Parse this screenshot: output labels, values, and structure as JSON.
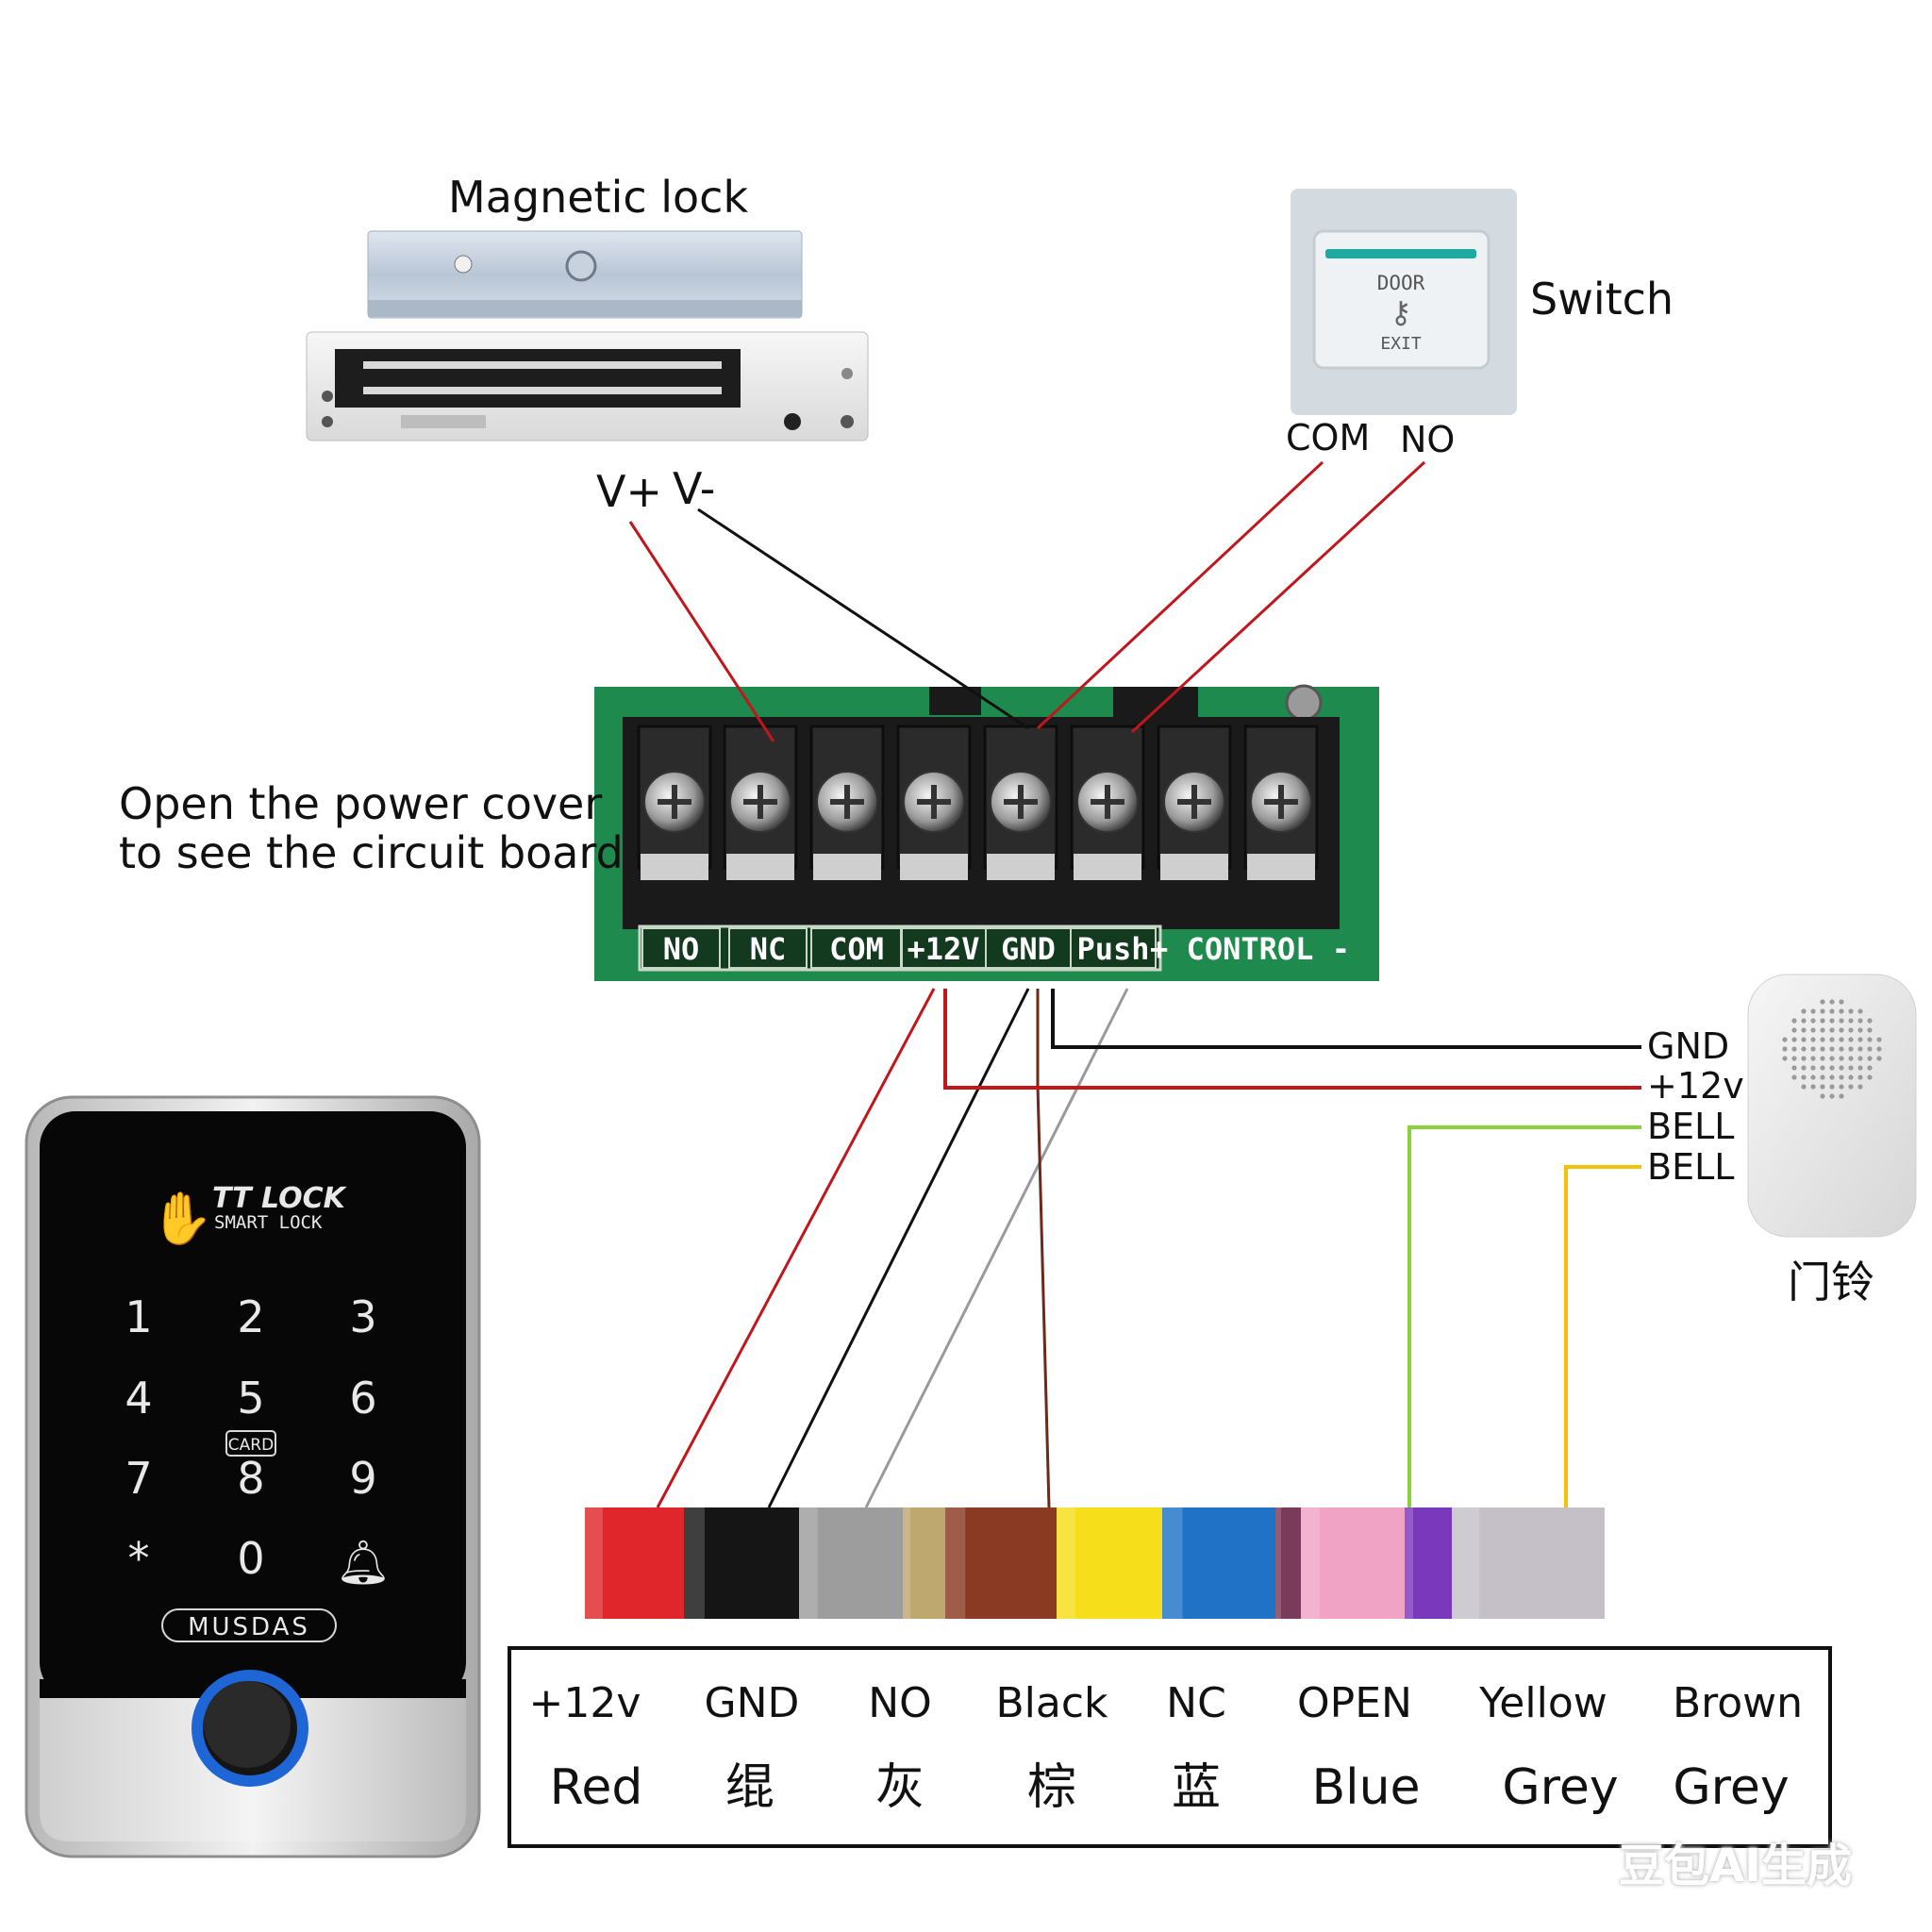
{
  "devices": {
    "magnetic_lock": {
      "title": "Magnetic lock",
      "vplus": "V+",
      "vminus": "V-"
    },
    "switch": {
      "title": "Switch",
      "com": "COM",
      "no": "NO",
      "button_top": "DOOR",
      "button_bottom": "EXIT"
    },
    "board_note": {
      "line1": "Open the power cover",
      "line2": "to see the circuit board"
    },
    "doorbell": {
      "gnd": "GND",
      "v12": "+12v",
      "bell1": "BELL",
      "bell2": "BELL",
      "name": "门铃"
    },
    "keypad": {
      "brand_line1": "TT LOCK",
      "brand_line2": "SMART LOCK",
      "keys": [
        "1",
        "2",
        "3",
        "4",
        "5",
        "6",
        "7",
        "8",
        "9",
        "*",
        "0",
        "bell"
      ],
      "card_label": "CARD",
      "model": "MUSDAS"
    }
  },
  "terminal_labels": [
    "NO",
    "NC",
    "COM",
    "+12V",
    "GND",
    "Push",
    "+ CONTROL -"
  ],
  "wire_colors": [
    "#e0262b",
    "#151515",
    "#9d9d9d",
    "#bfa870",
    "#8a3a22",
    "#f6de1a",
    "#1f72c6",
    "#7a3a5a",
    "#f1a3c5",
    "#7a38bc",
    "#c5c0c8"
  ],
  "accent_colors": {
    "board_green": "#1e8a4a",
    "wire_red": "#c0161c",
    "wire_black": "#111111",
    "wire_grey": "#9a9a9a",
    "wire_brown": "#6b2a1a",
    "wire_lime": "#8ad23a",
    "wire_yellow": "#f0c20a",
    "fingerprint_ring": "#1e66d6"
  },
  "table": {
    "row1": [
      "+12v",
      "GND",
      "NO",
      "Black",
      "NC",
      "OPEN",
      "Yellow",
      "Brown"
    ],
    "row2": [
      "Red",
      "绲",
      "灰",
      "棕",
      "蓝",
      "Blue",
      "Grey",
      "Grey"
    ]
  },
  "watermark": "豆包AI生成"
}
